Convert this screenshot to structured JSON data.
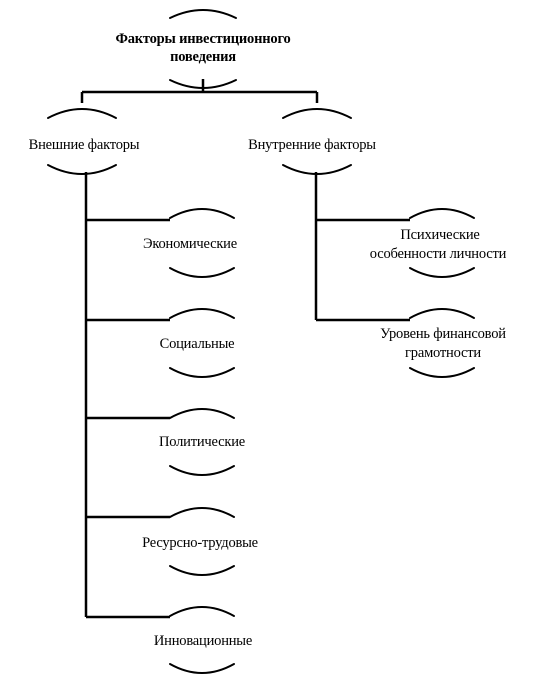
{
  "root": {
    "lines": [
      "Факторы инвестиционного",
      "поведения"
    ]
  },
  "branches": [
    {
      "label": "Внешние факторы",
      "children": [
        {
          "lines": [
            "Экономические"
          ]
        },
        {
          "lines": [
            "Социальные"
          ]
        },
        {
          "lines": [
            "Политические"
          ]
        },
        {
          "lines": [
            "Ресурсно-трудовые"
          ]
        },
        {
          "lines": [
            "Инновационные"
          ]
        }
      ]
    },
    {
      "label": "Внутренние факторы",
      "children": [
        {
          "lines": [
            "Психические",
            "особенности личности"
          ]
        },
        {
          "lines": [
            "Уровень финансовой",
            "грамотности"
          ]
        }
      ]
    }
  ]
}
